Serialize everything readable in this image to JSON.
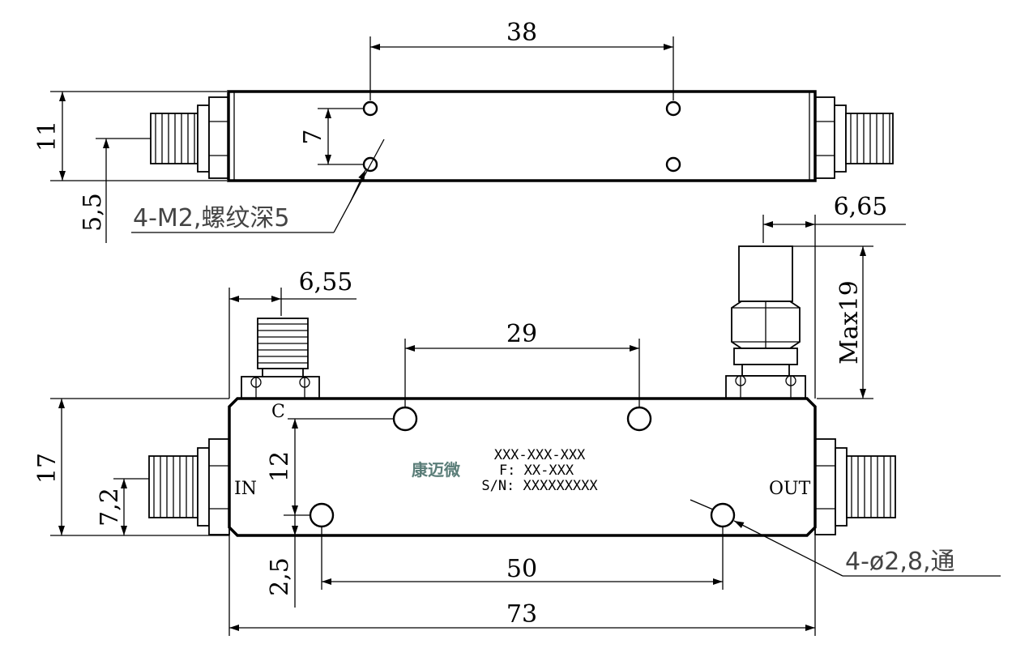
{
  "dimensions": {
    "top_hole_spacing": "38",
    "top_body_height": "11",
    "top_hole_pitch": "7",
    "top_connector_offset": "5,5",
    "top_thread_note": "4-M2,螺纹深5",
    "side_connector_depth": "6,65",
    "side_connector_height": "Max19",
    "coupled_port_offset": "6,55",
    "front_hole_spacing_top": "29",
    "front_body_height": "17",
    "front_hole_vertical": "12",
    "front_connector_offset": "7,2",
    "front_hole_bottom_offset": "2,5",
    "front_hole_spacing_bottom": "50",
    "overall_length": "73",
    "through_hole_note": "4-ø2,8,通"
  },
  "ports": {
    "coupled": "C",
    "input": "IN",
    "output": "OUT"
  },
  "label": {
    "brand": "康迈微",
    "part_number": "XXX-XXX-XXX",
    "frequency": "F: XX-XXX",
    "serial": "S/N: XXXXXXXXX"
  },
  "colors": {
    "line": "#000000",
    "brand": "#5a7d78",
    "note": "#444444"
  }
}
